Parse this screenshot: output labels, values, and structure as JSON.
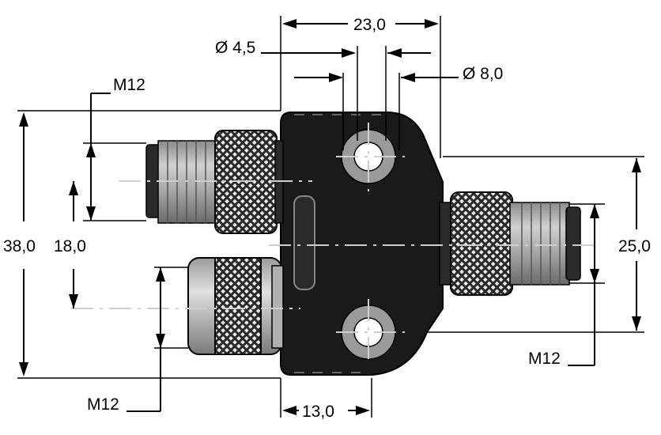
{
  "dimensions": {
    "width_top": "23,0",
    "hole_small": "Ø 4,5",
    "hole_large": "Ø 8,0",
    "height_total": "38,0",
    "pitch_left": "18,0",
    "pitch_right": "25,0",
    "offset_bottom": "13,0"
  },
  "threads": {
    "top_left": "M12",
    "bottom_left": "M12",
    "right": "M12"
  },
  "colors": {
    "body": "#1a1a1a",
    "metal": "#a8a8a8",
    "metal_dark": "#7a7a7a",
    "knurl": "#444444",
    "hole_ring": "#9a9a9a",
    "line": "#000000"
  }
}
